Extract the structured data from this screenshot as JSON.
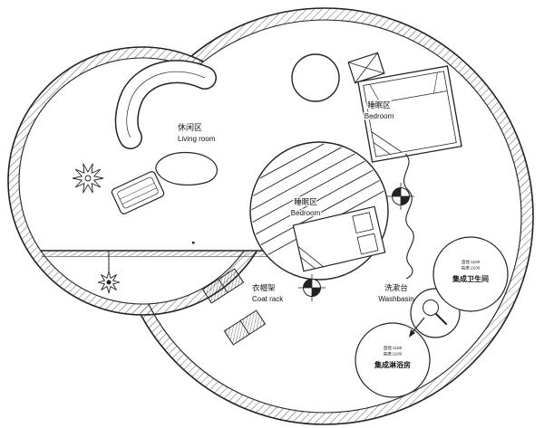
{
  "plan": {
    "areas": {
      "living": {
        "zh": "休闲区",
        "en": "Living room"
      },
      "bedroom_upper": {
        "zh": "睡眠区",
        "en": "Bedroom"
      },
      "bedroom_center": {
        "zh": "睡眠区",
        "en": "Bedroom"
      },
      "coat_rack": {
        "zh": "衣帽架",
        "en": "Coat rack"
      },
      "washbasin": {
        "zh": "洗漱台",
        "en": "Washbasin"
      },
      "bathroom": {
        "zh": "集成卫生间",
        "dims": [
          "直径:1100",
          "高度:2100"
        ]
      },
      "shower": {
        "zh": "集成淋浴房",
        "dims": [
          "直径:1100",
          "高度:2100"
        ]
      }
    },
    "colors": {
      "line": "#222222",
      "background": "#ffffff",
      "hatch": "#4a4a4a"
    }
  }
}
